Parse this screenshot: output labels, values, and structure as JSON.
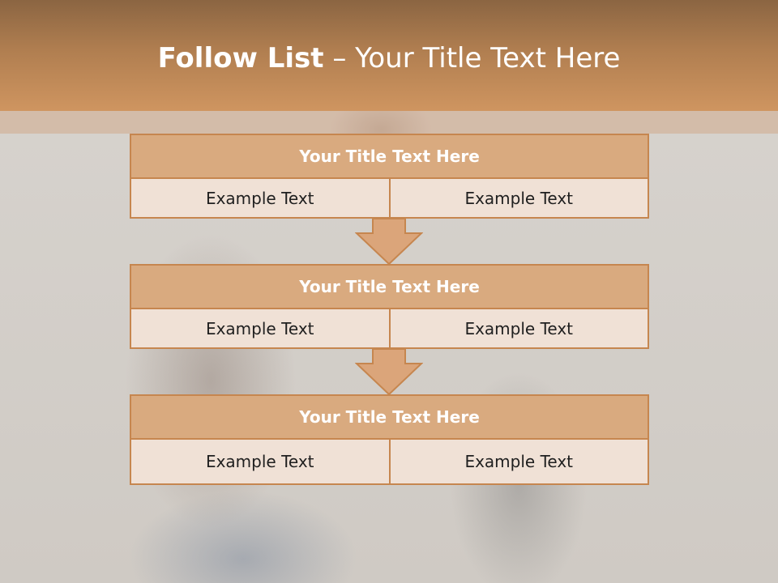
{
  "slide": {
    "title_bold": "Follow List",
    "title_rest": " – Your Title Text Here"
  },
  "blocks": [
    {
      "title": "Your Title Text Here",
      "left": "Example Text",
      "right": "Example Text"
    },
    {
      "title": "Your Title Text Here",
      "left": "Example Text",
      "right": "Example Text"
    },
    {
      "title": "Your Title Text Here",
      "left": "Example Text",
      "right": "Example Text"
    }
  ],
  "colors": {
    "header": "#cf9560",
    "block_title_bg": "#d9aa7f",
    "block_cell_bg": "#f0e1d6",
    "border": "#c6864f"
  },
  "icons": [
    "down-arrow-icon",
    "down-arrow-icon"
  ]
}
